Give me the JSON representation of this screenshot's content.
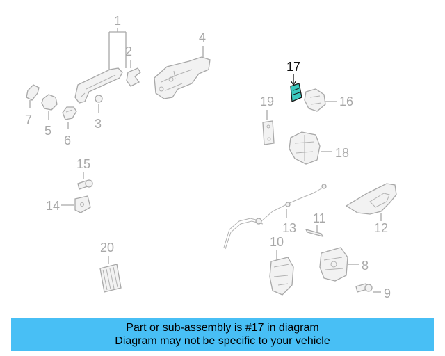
{
  "callouts": {
    "c1": "1",
    "c2": "2",
    "c3": "3",
    "c4": "4",
    "c5": "5",
    "c6": "6",
    "c7": "7",
    "c8": "8",
    "c9": "9",
    "c10": "10",
    "c11": "11",
    "c12": "12",
    "c13": "13",
    "c14": "14",
    "c15": "15",
    "c16": "16",
    "c17": "17",
    "c18": "18",
    "c19": "19",
    "c20": "20"
  },
  "highlighted_part": "17",
  "colors": {
    "highlight": "#3cc9bf",
    "banner": "#48bff5",
    "parts": "#a8a8a8"
  },
  "banner": {
    "line1": "Part or sub-assembly is #17 in diagram",
    "line2": "Diagram may not be specific to your vehicle"
  }
}
